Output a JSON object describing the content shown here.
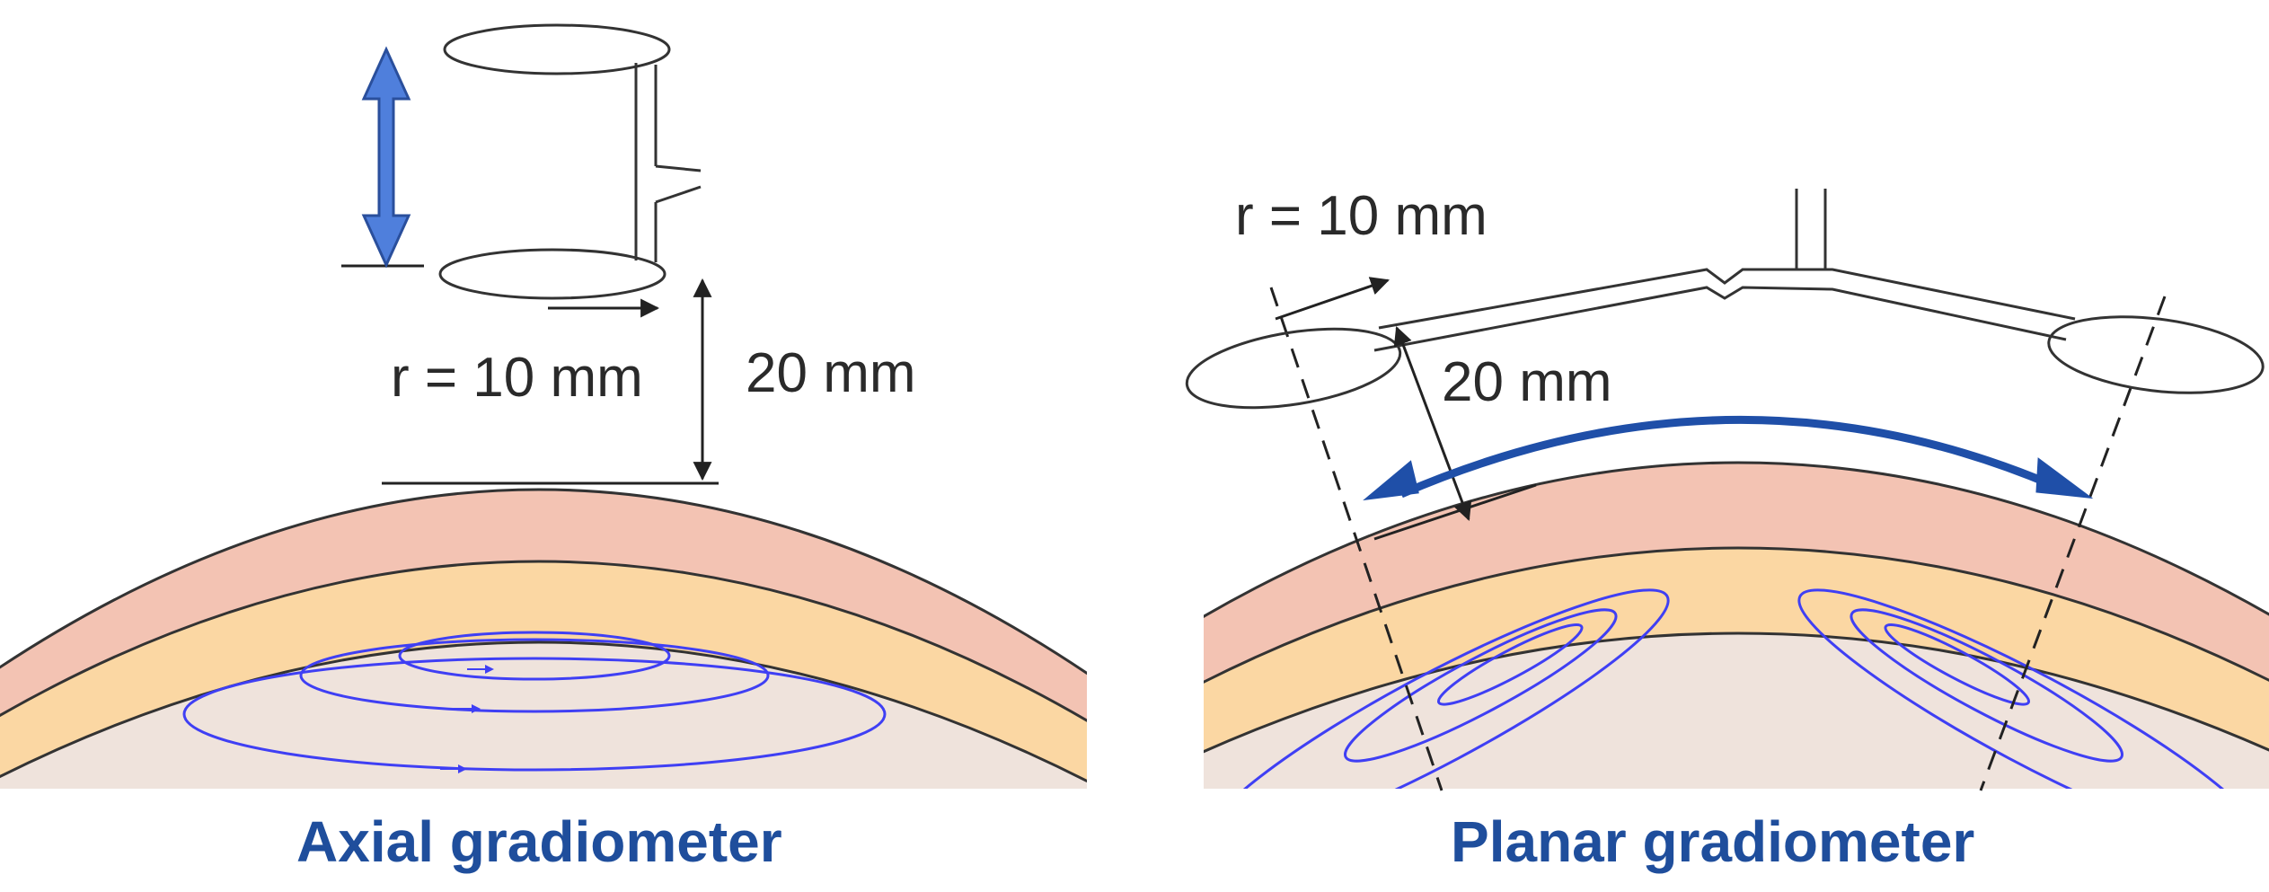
{
  "colors": {
    "skin": "#f3c3b3",
    "skull": "#fbd7a3",
    "brain": "#efe3dc",
    "current_loops": "#3f3ff4",
    "arrow_blue": "#4f7fdc",
    "arc_arrow": "#1f4fa8",
    "caption": "#1f4e9c",
    "line": "#222222"
  },
  "left_panel": {
    "radius_label": "r = 10 mm",
    "distance_label": "20 mm",
    "caption": "Axial gradiometer"
  },
  "right_panel": {
    "radius_label": "r = 10 mm",
    "distance_label": "20 mm",
    "caption": "Planar gradiometer"
  }
}
